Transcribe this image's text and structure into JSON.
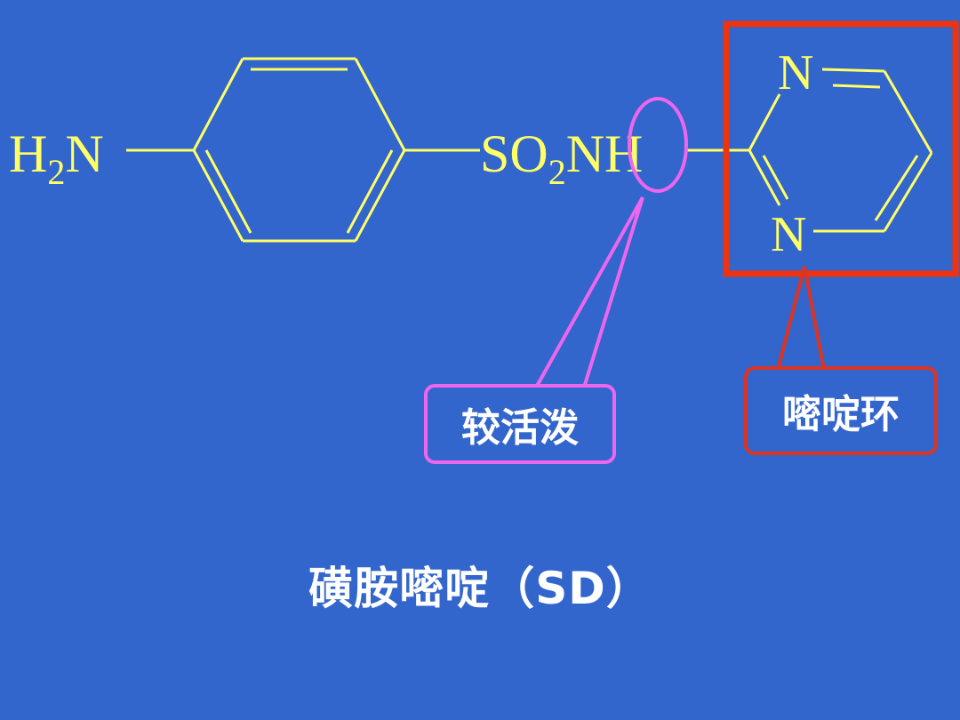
{
  "molecule": {
    "amine_H": "H",
    "amine_sub": "2",
    "amine_N": "N",
    "sulfonyl_S": "S",
    "sulfonyl_O": "O",
    "sulfonyl_sub": "2",
    "sulfonyl_NH": "NH",
    "ring_N_top": "N",
    "ring_N_bottom": "N"
  },
  "callouts": {
    "active_site": "较活泼",
    "pyrimidine_ring": "嘧啶环"
  },
  "caption": "磺胺嘧啶（SD）",
  "colors": {
    "background": "#3366cc",
    "structure": "#ffff66",
    "active_highlight": "#ee66ee",
    "ring_highlight": "#dd3322",
    "label_text": "#ffffff"
  }
}
